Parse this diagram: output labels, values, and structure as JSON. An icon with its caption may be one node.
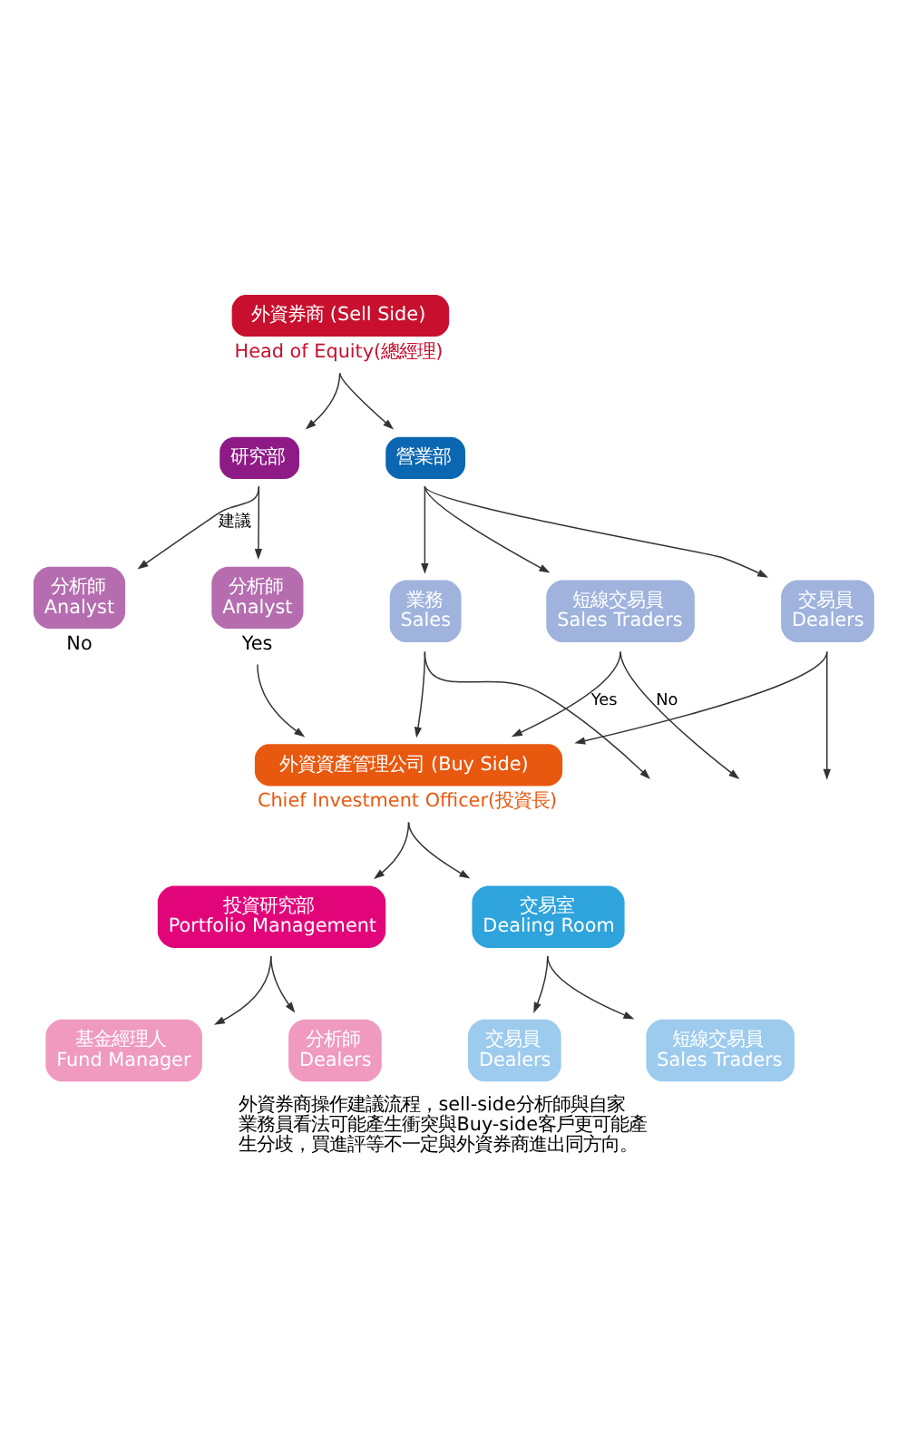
{
  "diagram": {
    "caption": "外資券商操作建議流程，sell-side分析師與自家業務員看法可能產生衝突與Buy-side客戶更可能產生分歧，買進評等不一定與外資券商進出同方向。",
    "nodes": [
      {
        "text": [
          "外資券商 (Sell Side)"
        ],
        "beside": [
          "Head of Equity(總經理)"
        ]
      },
      {
        "text": [
          "研究部"
        ]
      },
      {
        "text": [
          "營業部"
        ]
      },
      {
        "text": [
          "分析師",
          "Analyst"
        ],
        "beside": [
          "No"
        ]
      },
      {
        "text": [
          "分析師",
          "Analyst"
        ],
        "beside": [
          "Yes"
        ]
      },
      {
        "text": [
          "業務",
          "Sales"
        ]
      },
      {
        "text": [
          "短線交易員",
          "Sales Traders"
        ]
      },
      {
        "text": [
          "交易員",
          "Dealers"
        ]
      },
      {
        "text": [
          "外資資產管理公司 (Buy Side)"
        ],
        "beside": [
          "Chief Investment Officer(投資長)"
        ]
      },
      {
        "text": [
          "投資研究部",
          "Portfolio Management"
        ]
      },
      {
        "text": [
          "交易室",
          "Dealing Room"
        ]
      },
      {
        "text": [
          "基金經理人",
          "Fund Manager"
        ]
      },
      {
        "text": [
          "分析師",
          "Dealers"
        ]
      },
      {
        "text": [
          "交易員",
          "Dealers"
        ]
      },
      {
        "text": [
          "短線交易員",
          "Sales Traders"
        ]
      }
    ],
    "edges": [
      {
        "from": 0,
        "to": 1,
        "arrow": "to"
      },
      {
        "from": 0,
        "to": 2,
        "arrow": "to"
      },
      {
        "from": 1,
        "to": 3,
        "arrow": "to",
        "label": "建議"
      },
      {
        "from": 1,
        "to": 4,
        "arrow": "to"
      },
      {
        "from": 2,
        "to": 5,
        "arrow": "to"
      },
      {
        "from": 2,
        "to": 6,
        "arrow": "to"
      },
      {
        "from": 2,
        "to": 7,
        "arrow": "to"
      },
      {
        "from": 4,
        "to": 8,
        "arrow": "to"
      },
      {
        "from": 5,
        "to": 8,
        "arrow": "to"
      },
      {
        "from": 6,
        "to": 8,
        "arrow": "to",
        "label": "Yes"
      },
      {
        "from": 7,
        "to": 8,
        "arrow": "to"
      },
      {
        "from": 5,
        "to": null,
        "arrow": "to"
      },
      {
        "from": 6,
        "to": null,
        "arrow": "to",
        "label": "No"
      },
      {
        "from": 7,
        "to": null,
        "arrow": "to"
      },
      {
        "from": 8,
        "to": 9,
        "arrow": "to"
      },
      {
        "from": 8,
        "to": 10,
        "arrow": "to"
      },
      {
        "from": 9,
        "to": 11,
        "arrow": "to"
      },
      {
        "from": 9,
        "to": 12,
        "arrow": "to"
      },
      {
        "from": 10,
        "to": 13,
        "arrow": "to"
      },
      {
        "from": 10,
        "to": 14,
        "arrow": "to"
      }
    ]
  }
}
